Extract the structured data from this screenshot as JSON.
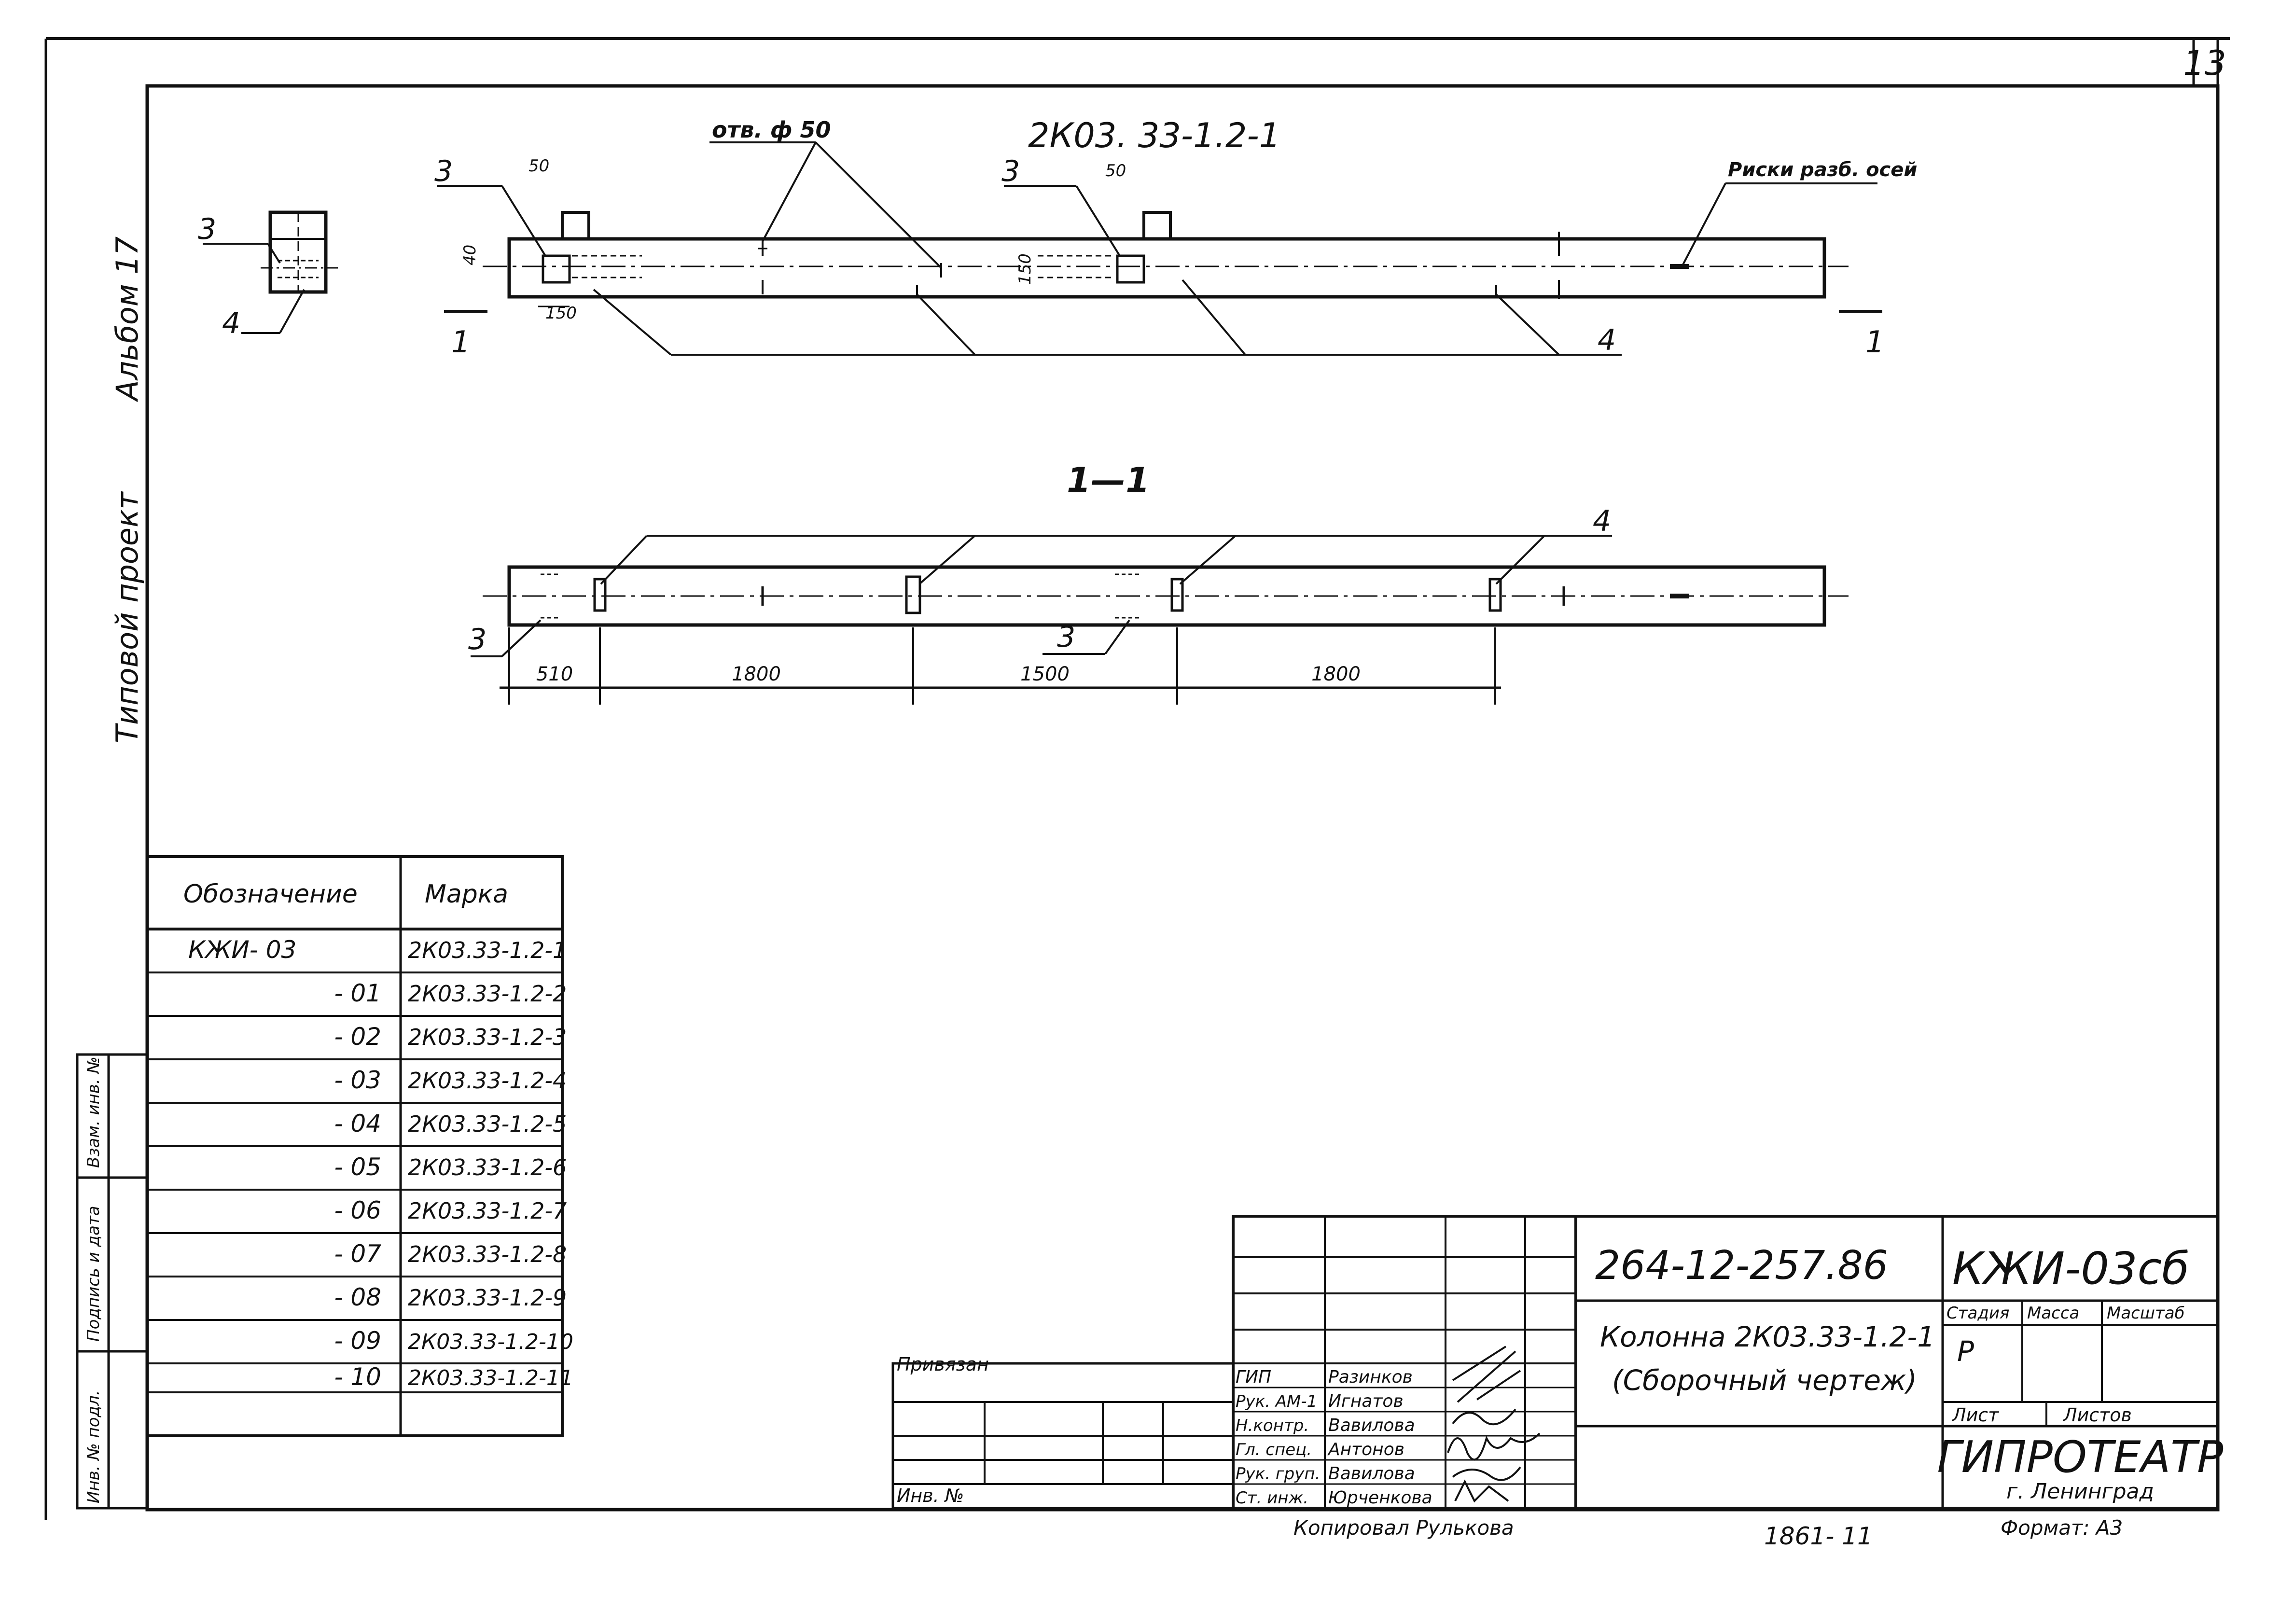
{
  "sheet": {
    "page_number": "13",
    "format_label": "Формат: А3",
    "bottom_number": "1861- 11",
    "copied_by": "Копировал Рулькова"
  },
  "side_labels": {
    "album": "Альбом 17",
    "typical_project": "Типовой проект",
    "inv_orig": "Инв. № подл.",
    "sign_date": "Подпись и дата",
    "replace_inv": "Взам. инв. №"
  },
  "drawing": {
    "plan_title": "2К03. 33-1.2-1",
    "holes_label": "отв. ф 50",
    "axis_marks_label": "Риски разб. осей",
    "section_title": "1—1",
    "section_mark_left": "1",
    "section_mark_right": "1",
    "callouts": {
      "c3": "3",
      "c4": "4"
    },
    "small_dims": {
      "d50": "50",
      "d40": "40",
      "d150": "150"
    },
    "span_dims": [
      "510",
      "1800",
      "1500",
      "1800"
    ]
  },
  "marks_table": {
    "headers": [
      "Обозначение",
      "Марка"
    ],
    "rows": [
      {
        "designation": "КЖИ- 03",
        "mark": "2К03.33-1.2-1"
      },
      {
        "designation": "- 01",
        "mark": "2К03.33-1.2-2"
      },
      {
        "designation": "- 02",
        "mark": "2К03.33-1.2-3"
      },
      {
        "designation": "- 03",
        "mark": "2К03.33-1.2-4"
      },
      {
        "designation": "- 04",
        "mark": "2К03.33-1.2-5"
      },
      {
        "designation": "- 05",
        "mark": "2К03.33-1.2-6"
      },
      {
        "designation": "- 06",
        "mark": "2К03.33-1.2-7"
      },
      {
        "designation": "- 07",
        "mark": "2К03.33-1.2-8"
      },
      {
        "designation": "- 08",
        "mark": "2К03.33-1.2-9"
      },
      {
        "designation": "- 09",
        "mark": "2К03.33-1.2-10"
      },
      {
        "designation": "- 10",
        "mark": "2К03.33-1.2-11"
      }
    ]
  },
  "title_block": {
    "doc_code": "264-12-257.86",
    "doc_mark": "КЖИ-03сб",
    "title_line1": "Колонна 2К03.33-1.2-1",
    "title_line2": "(Сборочный чертеж)",
    "stage_header": "Стадия",
    "mass_header": "Масса",
    "scale_header": "Масштаб",
    "stage_value": "Р",
    "sheet_label": "Лист",
    "sheets_label": "Листов",
    "org_name": "ГИПРОТЕАТР",
    "org_city": "г. Ленинград",
    "linked_label": "Привязан",
    "inv_label": "Инв. №",
    "staff": [
      {
        "role": "ГИП",
        "name": "Разинков"
      },
      {
        "role": "Рук. АМ-1",
        "name": "Игнатов"
      },
      {
        "role": "Н.контр.",
        "name": "Вавилова"
      },
      {
        "role": "Гл. спец.",
        "name": "Антонов"
      },
      {
        "role": "Рук. груп.",
        "name": "Вавилова"
      },
      {
        "role": "Ст. инж.",
        "name": "Юрченкова"
      }
    ]
  }
}
